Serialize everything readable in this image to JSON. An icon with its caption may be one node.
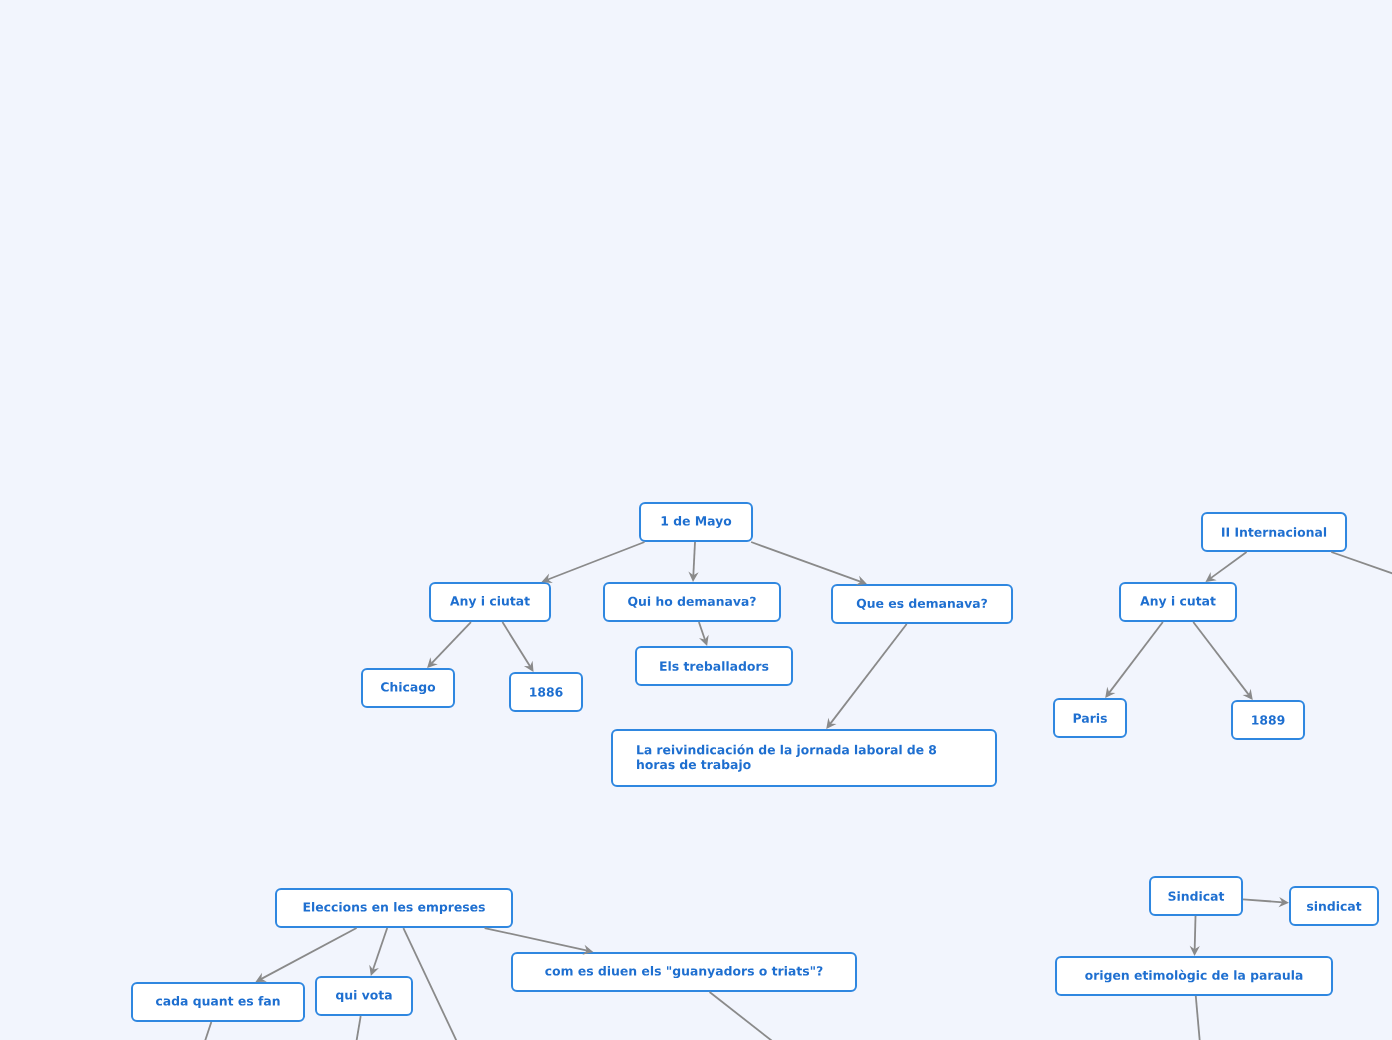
{
  "diagram": {
    "nodes": [
      {
        "text": [
          "1 de Mayo"
        ]
      },
      {
        "text": [
          "Any i ciutat"
        ]
      },
      {
        "text": [
          "Qui ho demanava?"
        ]
      },
      {
        "text": [
          "Que es demanava?"
        ]
      },
      {
        "text": [
          "Chicago"
        ]
      },
      {
        "text": [
          "1886"
        ]
      },
      {
        "text": [
          "Els treballadors"
        ]
      },
      {
        "text": [
          "La reivindicación de la jornada laboral de 8 horas de trabajo"
        ]
      },
      {
        "text": [
          "II Internacional"
        ]
      },
      {
        "text": [
          "Any i cutat"
        ]
      },
      {
        "text": [
          "Paris"
        ]
      },
      {
        "text": [
          "1889"
        ]
      },
      {
        "text": [
          "Eleccions en les empreses"
        ]
      },
      {
        "text": [
          "cada quant es fan"
        ]
      },
      {
        "text": [
          "qui vota"
        ]
      },
      {
        "text": [
          "com es diuen els \"guanyadors o triats\"?"
        ]
      },
      {
        "text": [
          "Sindicat"
        ]
      },
      {
        "text": [
          "sindicat"
        ]
      },
      {
        "text": [
          "origen etimològic de la paraula"
        ]
      }
    ],
    "edges": [
      {
        "from": 0,
        "to": 1,
        "arrow": "to"
      },
      {
        "from": 0,
        "to": 2,
        "arrow": "to"
      },
      {
        "from": 0,
        "to": 3,
        "arrow": "to"
      },
      {
        "from": 1,
        "to": 4,
        "arrow": "to"
      },
      {
        "from": 1,
        "to": 5,
        "arrow": "to"
      },
      {
        "from": 2,
        "to": 6,
        "arrow": "to"
      },
      {
        "from": 3,
        "to": 7,
        "arrow": "to"
      },
      {
        "from": 8,
        "to": 9,
        "arrow": "to"
      },
      {
        "from": 8,
        "to": null,
        "arrow": "none"
      },
      {
        "from": 9,
        "to": 10,
        "arrow": "to"
      },
      {
        "from": 9,
        "to": 11,
        "arrow": "to"
      },
      {
        "from": 12,
        "to": 13,
        "arrow": "to"
      },
      {
        "from": 12,
        "to": 14,
        "arrow": "to"
      },
      {
        "from": 12,
        "to": 15,
        "arrow": "to"
      },
      {
        "from": 12,
        "to": null,
        "arrow": "none"
      },
      {
        "from": 13,
        "to": null,
        "arrow": "none"
      },
      {
        "from": 14,
        "to": null,
        "arrow": "none"
      },
      {
        "from": 15,
        "to": null,
        "arrow": "none"
      },
      {
        "from": 16,
        "to": 17,
        "arrow": "to"
      },
      {
        "from": 16,
        "to": 18,
        "arrow": "to"
      },
      {
        "from": 18,
        "to": null,
        "arrow": "none"
      }
    ]
  }
}
